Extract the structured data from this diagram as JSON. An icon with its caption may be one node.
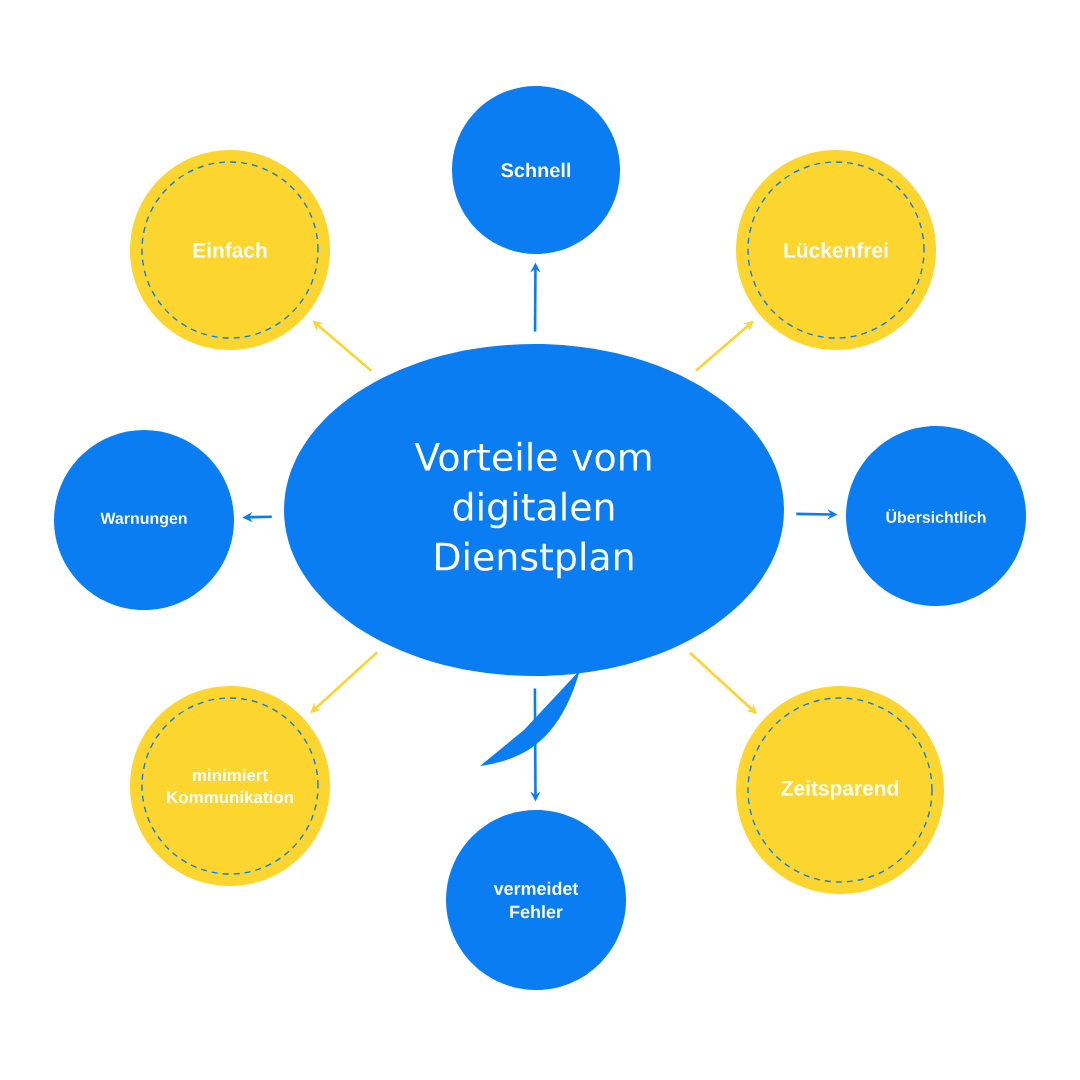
{
  "diagram": {
    "nodes": [
      {
        "text": [
          "Vorteile vom digitalen Dienstplan"
        ]
      },
      {
        "text": [
          "Schnell"
        ]
      },
      {
        "text": [
          "Einfach"
        ]
      },
      {
        "text": [
          "Lückenfrei"
        ]
      },
      {
        "text": [
          "Warnungen"
        ]
      },
      {
        "text": [
          "Übersichtlich"
        ]
      },
      {
        "text": [
          "minimiert Kommunikation"
        ]
      },
      {
        "text": [
          "Zeitsparend"
        ]
      },
      {
        "text": [
          "vermeidet Fehler"
        ]
      }
    ],
    "edges": [
      {
        "from": 0,
        "to": 1,
        "arrow": "to",
        "color": "#0b7df2"
      },
      {
        "from": 0,
        "to": 2,
        "arrow": "to",
        "color": "#fdd52f"
      },
      {
        "from": 0,
        "to": 3,
        "arrow": "to",
        "color": "#fdd52f"
      },
      {
        "from": 0,
        "to": 4,
        "arrow": "to",
        "color": "#0b7df2"
      },
      {
        "from": 0,
        "to": 5,
        "arrow": "to",
        "color": "#0b7df2"
      },
      {
        "from": 0,
        "to": 6,
        "arrow": "to",
        "color": "#fdd52f"
      },
      {
        "from": 0,
        "to": 7,
        "arrow": "to",
        "color": "#fdd52f"
      },
      {
        "from": 0,
        "to": 8,
        "arrow": "to",
        "color": "#0b7df2"
      }
    ]
  }
}
